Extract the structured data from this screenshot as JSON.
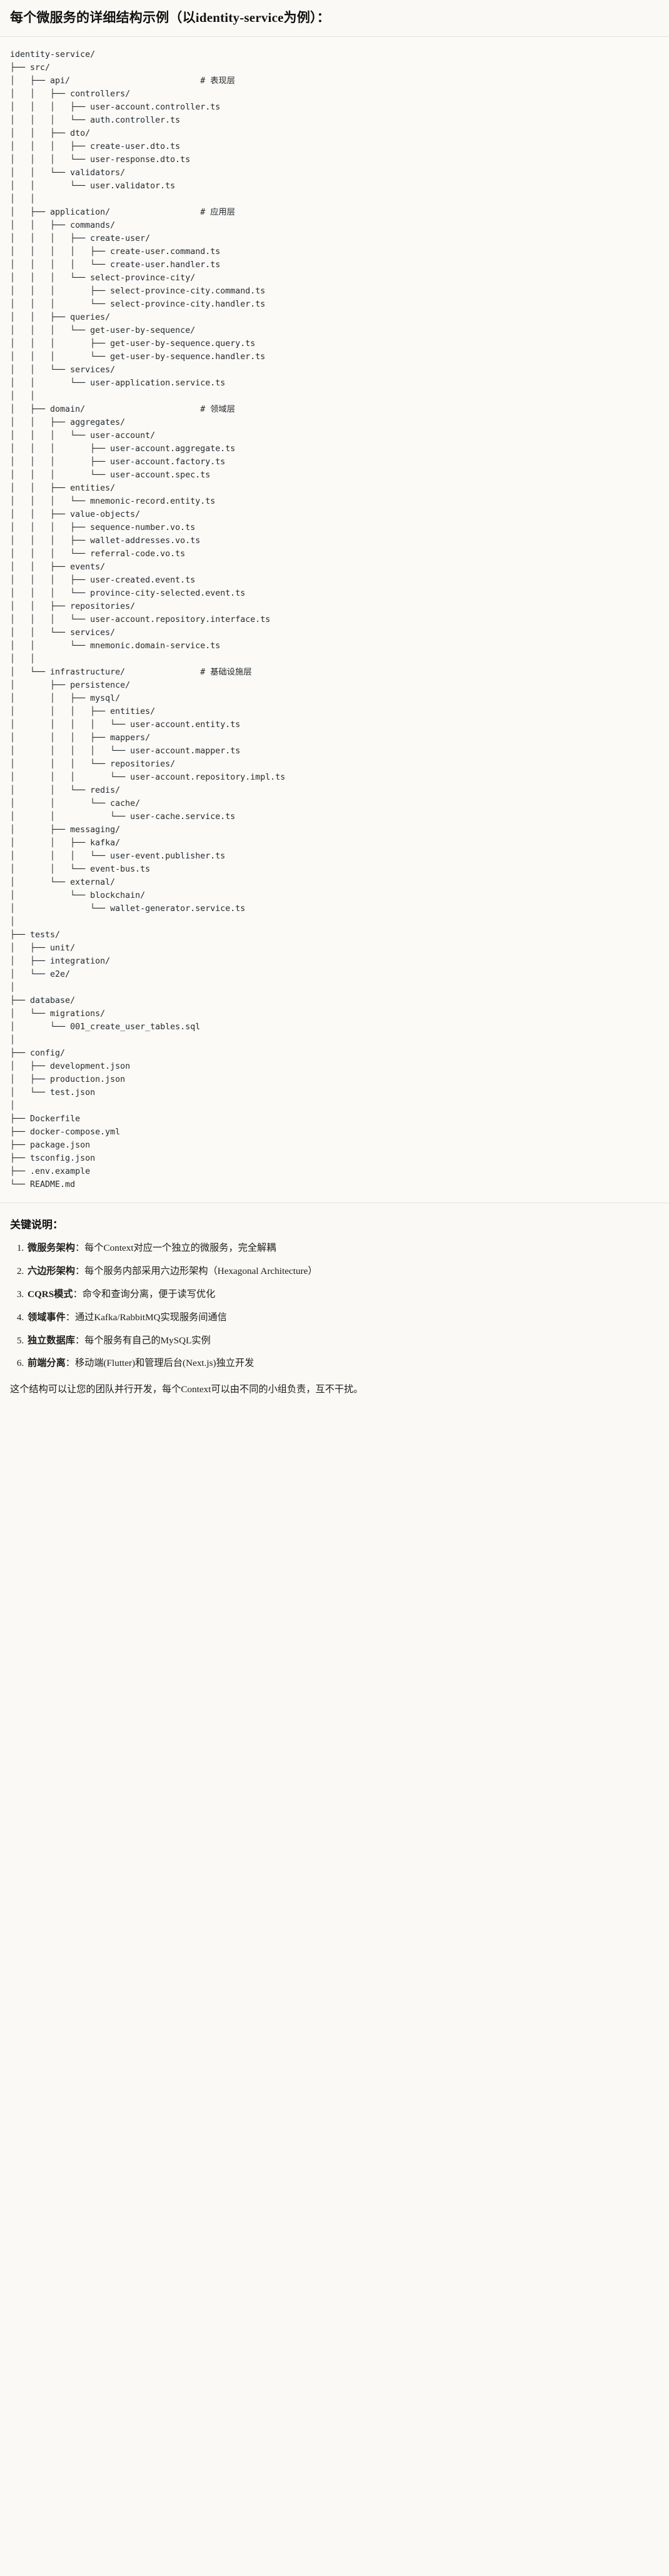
{
  "title": "每个微服务的详细结构示例（以identity-service为例）：",
  "tree": {
    "root": "identity-service/",
    "lines": [
      "identity-service/",
      "├── src/",
      "│   ├── api/                          # 表现层",
      "│   │   ├── controllers/",
      "│   │   │   ├── user-account.controller.ts",
      "│   │   │   └── auth.controller.ts",
      "│   │   ├── dto/",
      "│   │   │   ├── create-user.dto.ts",
      "│   │   │   └── user-response.dto.ts",
      "│   │   └── validators/",
      "│   │       └── user.validator.ts",
      "│   │",
      "│   ├── application/                  # 应用层",
      "│   │   ├── commands/",
      "│   │   │   ├── create-user/",
      "│   │   │   │   ├── create-user.command.ts",
      "│   │   │   │   └── create-user.handler.ts",
      "│   │   │   └── select-province-city/",
      "│   │   │       ├── select-province-city.command.ts",
      "│   │   │       └── select-province-city.handler.ts",
      "│   │   ├── queries/",
      "│   │   │   └── get-user-by-sequence/",
      "│   │   │       ├── get-user-by-sequence.query.ts",
      "│   │   │       └── get-user-by-sequence.handler.ts",
      "│   │   └── services/",
      "│   │       └── user-application.service.ts",
      "│   │",
      "│   ├── domain/                       # 领域层",
      "│   │   ├── aggregates/",
      "│   │   │   └── user-account/",
      "│   │   │       ├── user-account.aggregate.ts",
      "│   │   │       ├── user-account.factory.ts",
      "│   │   │       └── user-account.spec.ts",
      "│   │   ├── entities/",
      "│   │   │   └── mnemonic-record.entity.ts",
      "│   │   ├── value-objects/",
      "│   │   │   ├── sequence-number.vo.ts",
      "│   │   │   ├── wallet-addresses.vo.ts",
      "│   │   │   └── referral-code.vo.ts",
      "│   │   ├── events/",
      "│   │   │   ├── user-created.event.ts",
      "│   │   │   └── province-city-selected.event.ts",
      "│   │   ├── repositories/",
      "│   │   │   └── user-account.repository.interface.ts",
      "│   │   └── services/",
      "│   │       └── mnemonic.domain-service.ts",
      "│   │",
      "│   └── infrastructure/               # 基础设施层",
      "│       ├── persistence/",
      "│       │   ├── mysql/",
      "│       │   │   ├── entities/",
      "│       │   │   │   └── user-account.entity.ts",
      "│       │   │   ├── mappers/",
      "│       │   │   │   └── user-account.mapper.ts",
      "│       │   │   └── repositories/",
      "│       │   │       └── user-account.repository.impl.ts",
      "│       │   └── redis/",
      "│       │       └── cache/",
      "│       │           └── user-cache.service.ts",
      "│       ├── messaging/",
      "│       │   ├── kafka/",
      "│       │   │   └── user-event.publisher.ts",
      "│       │   └── event-bus.ts",
      "│       └── external/",
      "│           └── blockchain/",
      "│               └── wallet-generator.service.ts",
      "│",
      "├── tests/",
      "│   ├── unit/",
      "│   ├── integration/",
      "│   └── e2e/",
      "│",
      "├── database/",
      "│   └── migrations/",
      "│       └── 001_create_user_tables.sql",
      "│",
      "├── config/",
      "│   ├── development.json",
      "│   ├── production.json",
      "│   └── test.json",
      "│",
      "├── Dockerfile",
      "├── docker-compose.yml",
      "├── package.json",
      "├── tsconfig.json",
      "├── .env.example",
      "└── README.md"
    ],
    "layer_comments": [
      {
        "path": "src/api/",
        "comment": "# 表现层"
      },
      {
        "path": "src/application/",
        "comment": "# 应用层"
      },
      {
        "path": "src/domain/",
        "comment": "# 领域层"
      },
      {
        "path": "src/infrastructure/",
        "comment": "# 基础设施层"
      }
    ]
  },
  "notes": {
    "heading": "关键说明：",
    "items": [
      {
        "index": "1.",
        "term": "微服务架构",
        "sep": "：",
        "desc": "每个Context对应一个独立的微服务，完全解耦"
      },
      {
        "index": "2.",
        "term": "六边形架构",
        "sep": "：",
        "desc": "每个服务内部采用六边形架构（Hexagonal Architecture）"
      },
      {
        "index": "3.",
        "term": "CQRS模式",
        "sep": "：",
        "desc": "命令和查询分离，便于读写优化"
      },
      {
        "index": "4.",
        "term": "领域事件",
        "sep": "：",
        "desc": "通过Kafka/RabbitMQ实现服务间通信"
      },
      {
        "index": "5.",
        "term": "独立数据库",
        "sep": "：",
        "desc": "每个服务有自己的MySQL实例"
      },
      {
        "index": "6.",
        "term": "前端分离",
        "sep": "：",
        "desc": "移动端(Flutter)和管理后台(Next.js)独立开发"
      }
    ],
    "closing": "这个结构可以让您的团队并行开发，每个Context可以由不同的小组负责，互不干扰。"
  }
}
